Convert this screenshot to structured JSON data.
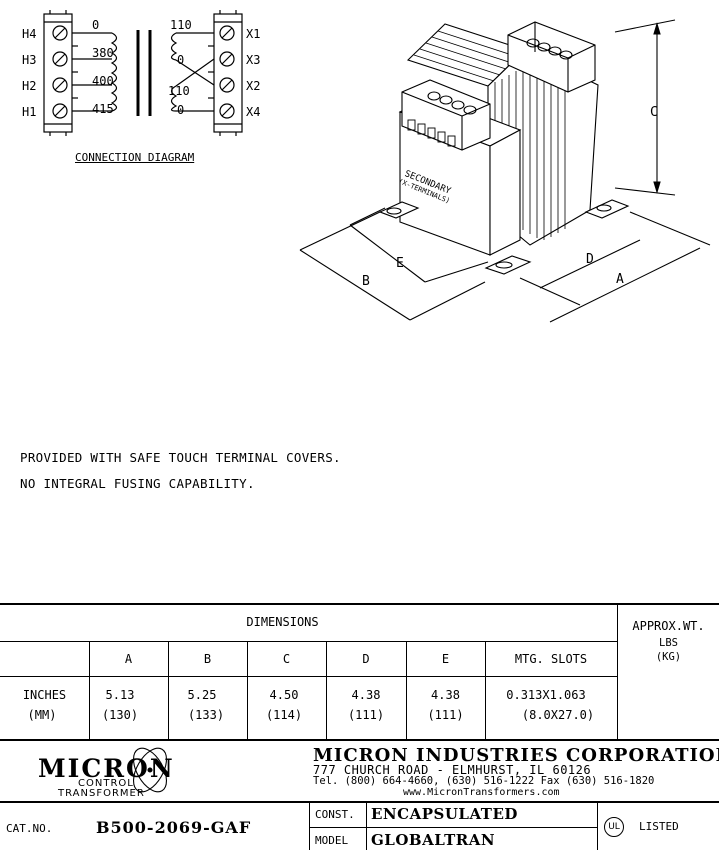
{
  "connection_diagram": {
    "caption": "CONNECTION DIAGRAM",
    "primary_terminals": [
      "H4",
      "H3",
      "H2",
      "H1"
    ],
    "primary_taps": [
      "0",
      "380",
      "400",
      "415"
    ],
    "secondary_terminals": [
      "X1",
      "X3",
      "X2",
      "X4"
    ],
    "secondary_taps": [
      "110",
      "0",
      "110",
      "0"
    ]
  },
  "isometric": {
    "secondary_label": "SECONDARY",
    "secondary_sub": "(X-TERMINALS)",
    "dim_labels": {
      "a": "A",
      "b": "B",
      "c": "C",
      "d": "D",
      "e": "E"
    }
  },
  "notes": [
    "PROVIDED WITH SAFE TOUCH TERMINAL COVERS.",
    "NO INTEGRAL FUSING CAPABILITY."
  ],
  "dimensions_table": {
    "title": "DIMENSIONS",
    "weight_header_1": "APPROX.WT.",
    "weight_header_2": "LBS",
    "weight_header_3": "(KG)",
    "columns": [
      "A",
      "B",
      "C",
      "D",
      "E",
      "MTG. SLOTS"
    ],
    "row_label_1": "INCHES",
    "row_label_2": "(MM)",
    "inches": [
      "5.13",
      "5.25",
      "4.50",
      "4.38",
      "4.38",
      "0.313X1.063"
    ],
    "mm": [
      "(130)",
      "(133)",
      "(114)",
      "(111)",
      "(111)",
      "(8.0X27.0)"
    ]
  },
  "company": {
    "logo_word": "MICRON",
    "logo_sub_1": "CONTROL",
    "logo_sub_2": "TRANSFORMER",
    "name": "MICRON INDUSTRIES CORPORATION",
    "address": "777 CHURCH ROAD  -  ELMHURST, IL  60126",
    "phone": "Tel. (800) 664-4660, (630) 516-1222  Fax (630) 516-1820",
    "web": "www.MicronTransformers.com"
  },
  "catalog": {
    "cat_label": "CAT.NO.",
    "cat_value": "B500-2069-GAF",
    "const_label": "CONST.",
    "const_value": "ENCAPSULATED",
    "model_label": "MODEL",
    "model_value": "GLOBALTRAN",
    "ul_mark": "UL",
    "listed": "LISTED"
  }
}
